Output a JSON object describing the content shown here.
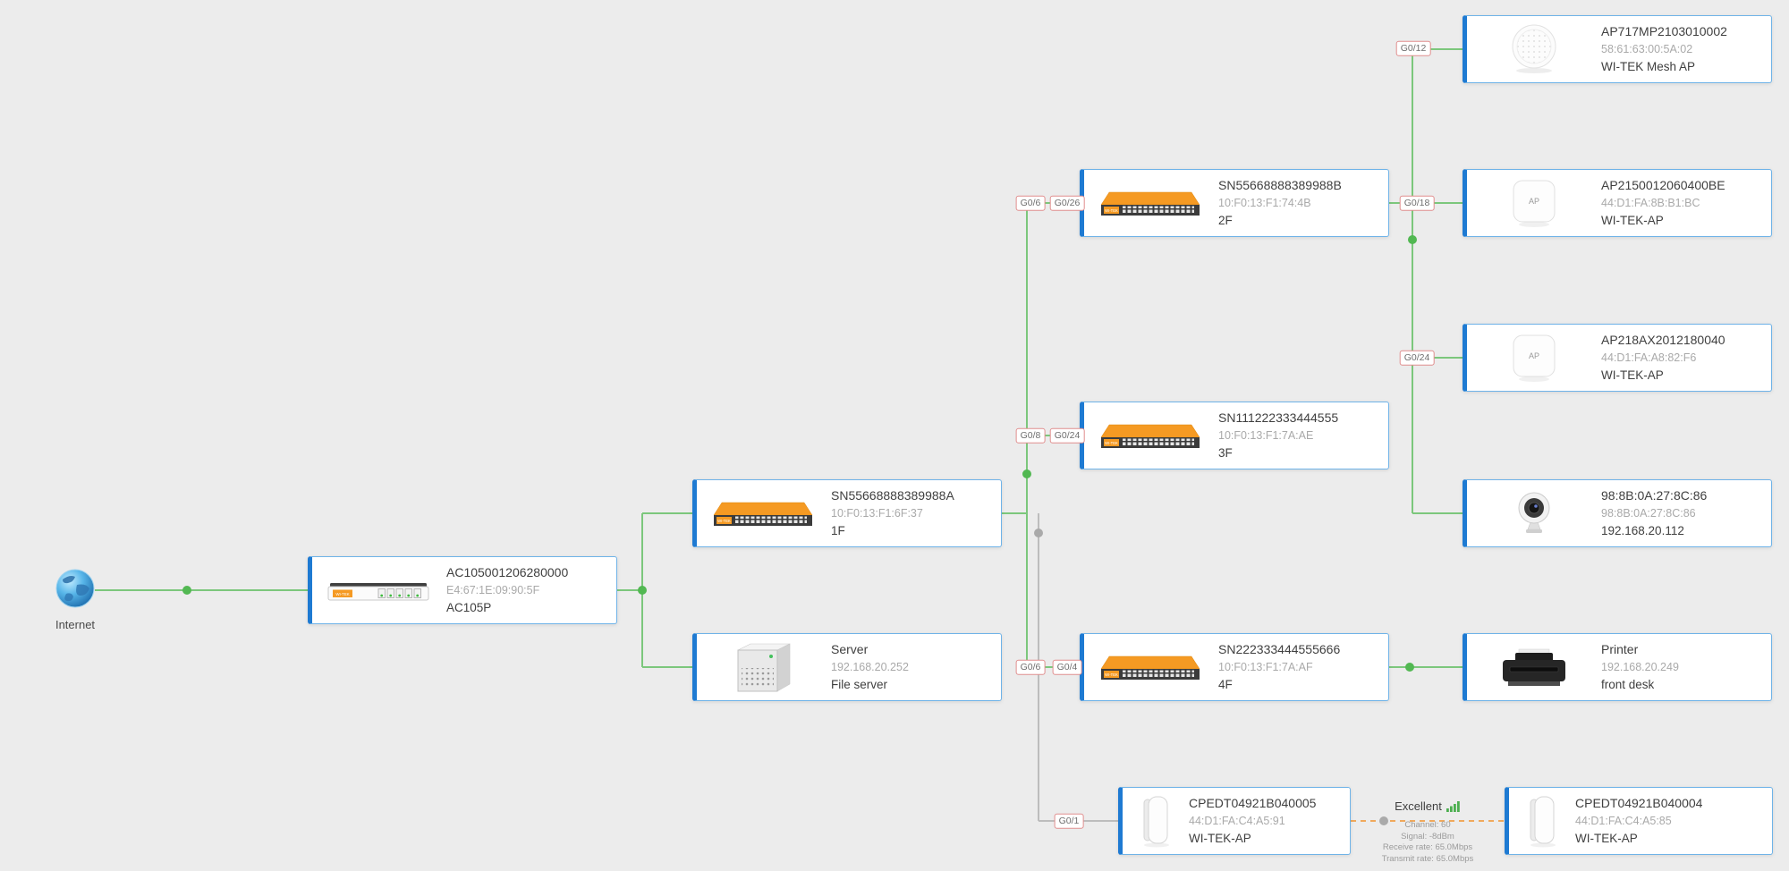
{
  "colors": {
    "background": "#ececec",
    "card_border": "#6fb3e8",
    "card_accent": "#1e7ad2",
    "link_active": "#7cc77c",
    "link_inactive": "#bdbdbd",
    "link_wireless": "#f0a95c",
    "port_label_border": "#e08e8e",
    "signal_bars": "#4caf50"
  },
  "icons": {
    "internet": "globe-icon",
    "ac": "router-device-icon",
    "switch": "switch-device-icon",
    "server": "server-device-icon",
    "mesh_ap": "mesh-ap-device-icon",
    "ap": "access-point-device-icon",
    "camera": "ip-camera-device-icon",
    "printer": "printer-device-icon",
    "cpe": "cpe-device-icon",
    "signal": "signal-strength-icon"
  },
  "internet_label": "Internet",
  "nodes": {
    "ac": {
      "title": "AC105001206280000",
      "mac": "E4:67:1E:09:90:5F",
      "name": "AC105P"
    },
    "sw1f": {
      "title": "SN55668888389988A",
      "mac": "10:F0:13:F1:6F:37",
      "name": "1F"
    },
    "server": {
      "title": "Server",
      "mac": "192.168.20.252",
      "name": "File server"
    },
    "sw2f": {
      "title": "SN55668888389988B",
      "mac": "10:F0:13:F1:74:4B",
      "name": "2F"
    },
    "sw3f": {
      "title": "SN111222333444555",
      "mac": "10:F0:13:F1:7A:AE",
      "name": "3F"
    },
    "sw4f": {
      "title": "SN222333444555666",
      "mac": "10:F0:13:F1:7A:AF",
      "name": "4F"
    },
    "meshap": {
      "title": "AP717MP2103010002",
      "mac": "58:61:63:00:5A:02",
      "name": "WI-TEK Mesh AP"
    },
    "ap215": {
      "title": "AP2150012060400BE",
      "mac": "44:D1:FA:8B:B1:BC",
      "name": "WI-TEK-AP"
    },
    "ap218": {
      "title": "AP218AX2012180040",
      "mac": "44:D1:FA:A8:82:F6",
      "name": "WI-TEK-AP"
    },
    "camera": {
      "title": "98:8B:0A:27:8C:86",
      "mac": "98:8B:0A:27:8C:86",
      "name": "192.168.20.112"
    },
    "printer": {
      "title": "Printer",
      "mac": "192.168.20.249",
      "name": "front desk"
    },
    "cpe5": {
      "title": "CPEDT04921B040005",
      "mac": "44:D1:FA:C4:A5:91",
      "name": "WI-TEK-AP"
    },
    "cpe4": {
      "title": "CPEDT04921B040004",
      "mac": "44:D1:FA:C4:A5:85",
      "name": "WI-TEK-AP"
    }
  },
  "ports": {
    "g0_12": "G0/12",
    "g0_6_2f": "G0/6",
    "g0_26": "G0/26",
    "g0_18": "G0/18",
    "g0_24_ap": "G0/24",
    "g0_8": "G0/8",
    "g0_24_3f": "G0/24",
    "g0_6_4f": "G0/6",
    "g0_4": "G0/4",
    "g0_1": "G0/1"
  },
  "wireless": {
    "quality": "Excellent",
    "channel": "Channel: 60",
    "signal": "Signal: -8dBm",
    "receive_rate": "Receive rate: 65.0Mbps",
    "transmit_rate": "Transmit rate: 65.0Mbps"
  },
  "device_labels": {
    "ap_badge": "AP",
    "brand": "WI-TEK"
  }
}
